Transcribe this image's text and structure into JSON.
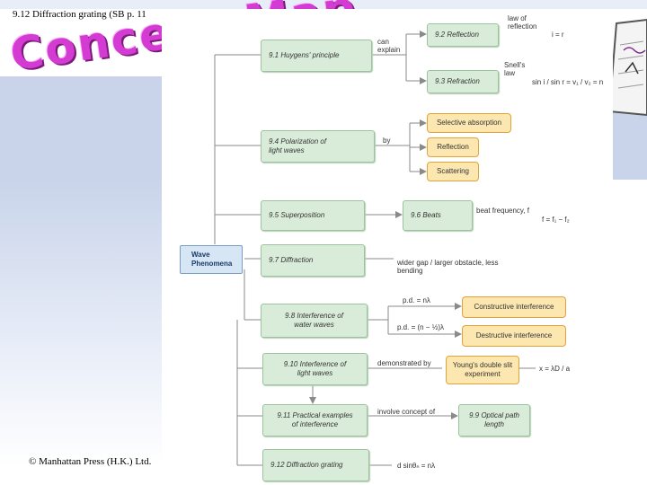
{
  "slide": {
    "title": "9.12 Diffraction grating (SB p. 11",
    "heading": "Concept Map",
    "copyright": "© Manhattan Press (H.K.) Ltd."
  },
  "map": {
    "root": "Wave Phenomena",
    "nodes": {
      "n91": "9.1 Huygens' principle",
      "n92": "9.2 Reflection",
      "n93": "9.3 Refraction",
      "n94": "9.4 Polarization of light waves",
      "n95": "9.5 Superposition",
      "n96": "9.6 Beats",
      "n97": "9.7 Diffraction",
      "n98": "9.8 Interference of water waves",
      "n910": "9.10 Interference of light waves",
      "n911": "9.11 Practical examples of interference",
      "n99": "9.9 Optical path length",
      "n912": "9.12 Diffraction grating"
    },
    "outcomes": {
      "selective_absorption": "Selective absorption",
      "reflection": "Reflection",
      "scattering": "Scattering",
      "constructive": "Constructive interference",
      "destructive": "Destructive interference",
      "youngs": "Young's double slit experiment"
    },
    "labels": {
      "can_explain": "can explain",
      "law_of_reflection": "law of reflection",
      "reflection_eq": "i = r",
      "snells_law": "Snell's law",
      "refraction_eq": "sin i / sin r = v₁ / v₂ = n",
      "by": "by",
      "beat_frequency": "beat frequency, f",
      "beat_eq": "f = f₁ − f₂",
      "diffraction_note": "wider gap / larger obstacle, less bending",
      "pd_constructive": "p.d. = nλ",
      "pd_destructive": "p.d. = (n − ½)λ",
      "demonstrated_by": "demonstrated by",
      "young_eq": "x = λD / a",
      "involve_concept": "involve concept of",
      "grating_eq": "d sinθₙ = nλ"
    }
  }
}
